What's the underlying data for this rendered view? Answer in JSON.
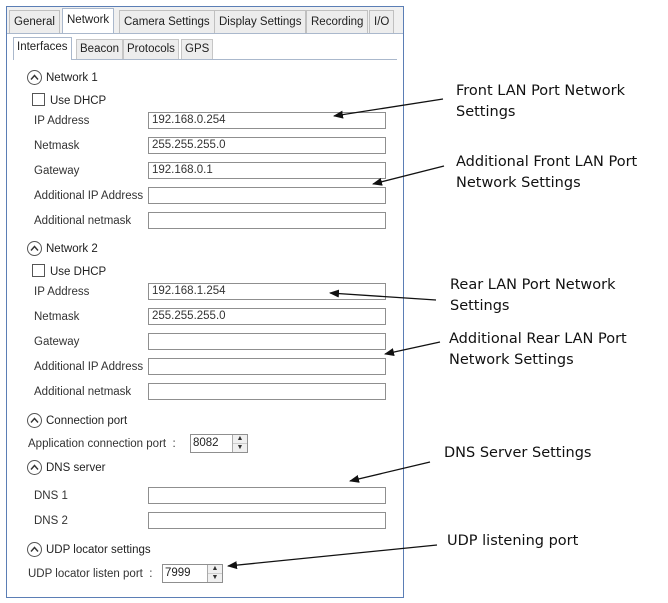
{
  "top_tabs": [
    "General",
    "Network",
    "Camera Settings",
    "Display Settings",
    "Recording",
    "I/O"
  ],
  "sub_tabs": [
    "Interfaces",
    "Beacon",
    "Protocols",
    "GPS"
  ],
  "network1": {
    "title": "Network 1",
    "use_dhcp": "Use DHCP",
    "ip_label": "IP Address",
    "ip_value": "192.168.0.254",
    "netmask_label": "Netmask",
    "netmask_value": "255.255.255.0",
    "gateway_label": "Gateway",
    "gateway_value": "192.168.0.1",
    "add_ip_label": "Additional IP Address",
    "add_ip_value": "",
    "add_netmask_label": "Additional netmask",
    "add_netmask_value": ""
  },
  "network2": {
    "title": "Network 2",
    "use_dhcp": "Use DHCP",
    "ip_label": "IP Address",
    "ip_value": "192.168.1.254",
    "netmask_label": "Netmask",
    "netmask_value": "255.255.255.0",
    "gateway_label": "Gateway",
    "gateway_value": "",
    "add_ip_label": "Additional IP Address",
    "add_ip_value": "",
    "add_netmask_label": "Additional netmask",
    "add_netmask_value": ""
  },
  "connection_port": {
    "title": "Connection port",
    "label": "Application connection port",
    "sep": ":",
    "value": "8082"
  },
  "dns": {
    "title": "DNS server",
    "dns1_label": "DNS 1",
    "dns1_value": "",
    "dns2_label": "DNS 2",
    "dns2_value": ""
  },
  "udp": {
    "title": "UDP locator settings",
    "label": "UDP locator listen port",
    "sep": ":",
    "value": "7999"
  },
  "annotations": {
    "front_lan": [
      "Front LAN Port Network",
      "Settings"
    ],
    "add_front_lan": [
      "Additional Front LAN Port",
      "Network Settings"
    ],
    "rear_lan": [
      "Rear LAN Port Network",
      "Settings"
    ],
    "add_rear_lan": [
      "Additional Rear LAN Port",
      "Network Settings"
    ],
    "dns": [
      "DNS Server Settings"
    ],
    "udp": [
      "UDP listening port"
    ]
  }
}
